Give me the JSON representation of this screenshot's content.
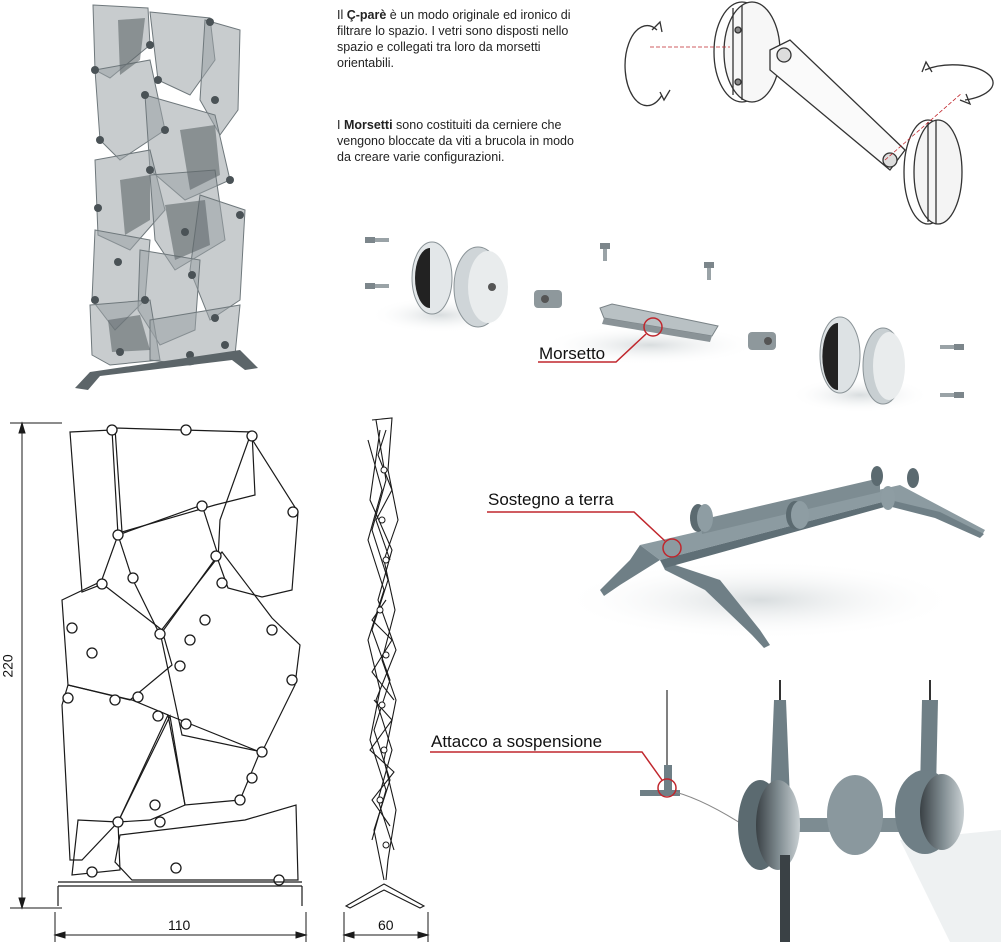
{
  "description": {
    "p1_before": "Il ",
    "p1_bold": "Ç-parè",
    "p1_after": " è un modo originale ed ironico di filtrare lo spazio. I vetri sono disposti nello spazio e collegati tra loro da morsetti orientabili.",
    "p2_before": "I ",
    "p2_bold": "Morsetti",
    "p2_after": " sono costituiti da cerniere che vengono bloccate da viti a brucola in modo da creare varie configurazioni."
  },
  "callouts": {
    "morsetto": "Morsetto",
    "sostegno": "Sostegno a terra",
    "attacco": "Attacco a sospensione"
  },
  "dimensions": {
    "height": "220",
    "front_width": "110",
    "side_width": "60"
  },
  "colors": {
    "accent_red": "#c0272d",
    "panel_gray": "#8f989c",
    "metal_gray": "#6f7f86",
    "line_dark": "#1a1a1a"
  }
}
